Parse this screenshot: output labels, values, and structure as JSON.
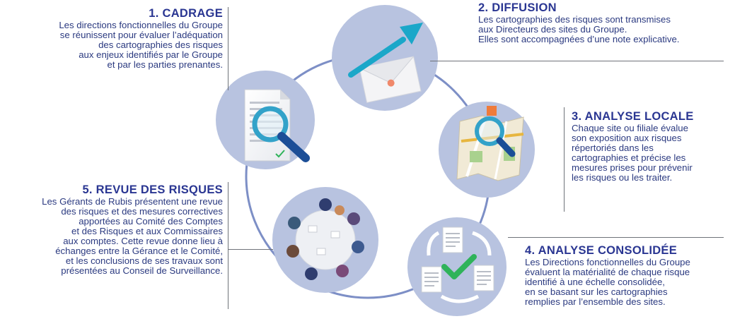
{
  "colors": {
    "title": "#2a3692",
    "text": "#2b3a80",
    "circle_fill": "#b8c3e0",
    "ring": "#7d8fc6",
    "arrow": "#1aa7c9",
    "lens": "#33a2c9",
    "check": "#2fb35a",
    "rule": "#6f7379"
  },
  "steps": [
    {
      "title": "1. CADRAGE",
      "lines": [
        "Les directions fonctionnelles du Groupe",
        "se réunissent pour évaluer l’adéquation",
        "des cartographies des risques",
        "aux enjeux identifiés par le Groupe",
        "et par les parties prenantes."
      ],
      "icon": "document-magnifier-icon"
    },
    {
      "title": "2. DIFFUSION",
      "lines": [
        "Les cartographies des risques sont transmises",
        "aux Directeurs des sites du Groupe.",
        "Elles sont accompagnées d’une note explicative."
      ],
      "icon": "envelope-arrow-icon"
    },
    {
      "title": "3. ANALYSE LOCALE",
      "lines": [
        "Chaque site ou filiale évalue",
        "son exposition aux risques",
        "répertoriés dans les",
        "cartographies et précise les",
        "mesures prises pour prévenir",
        "les risques ou les traiter."
      ],
      "icon": "map-magnifier-icon"
    },
    {
      "title": "4. ANALYSE CONSOLIDÉE",
      "lines": [
        "Les Directions fonctionnelles du Groupe",
        "évaluent la matérialité de chaque risque",
        "identifié à une échelle consolidée,",
        "en se basant sur les cartographies",
        "remplies par l’ensemble des sites."
      ],
      "icon": "documents-cycle-check-icon"
    },
    {
      "title": "5. REVUE DES RISQUES",
      "lines": [
        "Les Gérants de Rubis présentent une revue",
        "des risques et des mesures correctives",
        "apportées au Comité des Comptes",
        "et des Risques et aux Commissaires",
        "aux comptes. Cette revue donne lieu à",
        "échanges entre la Gérance et le Comité,",
        "et les conclusions de ses travaux sont",
        "présentées au Conseil de Surveillance."
      ],
      "icon": "meeting-table-icon"
    }
  ]
}
